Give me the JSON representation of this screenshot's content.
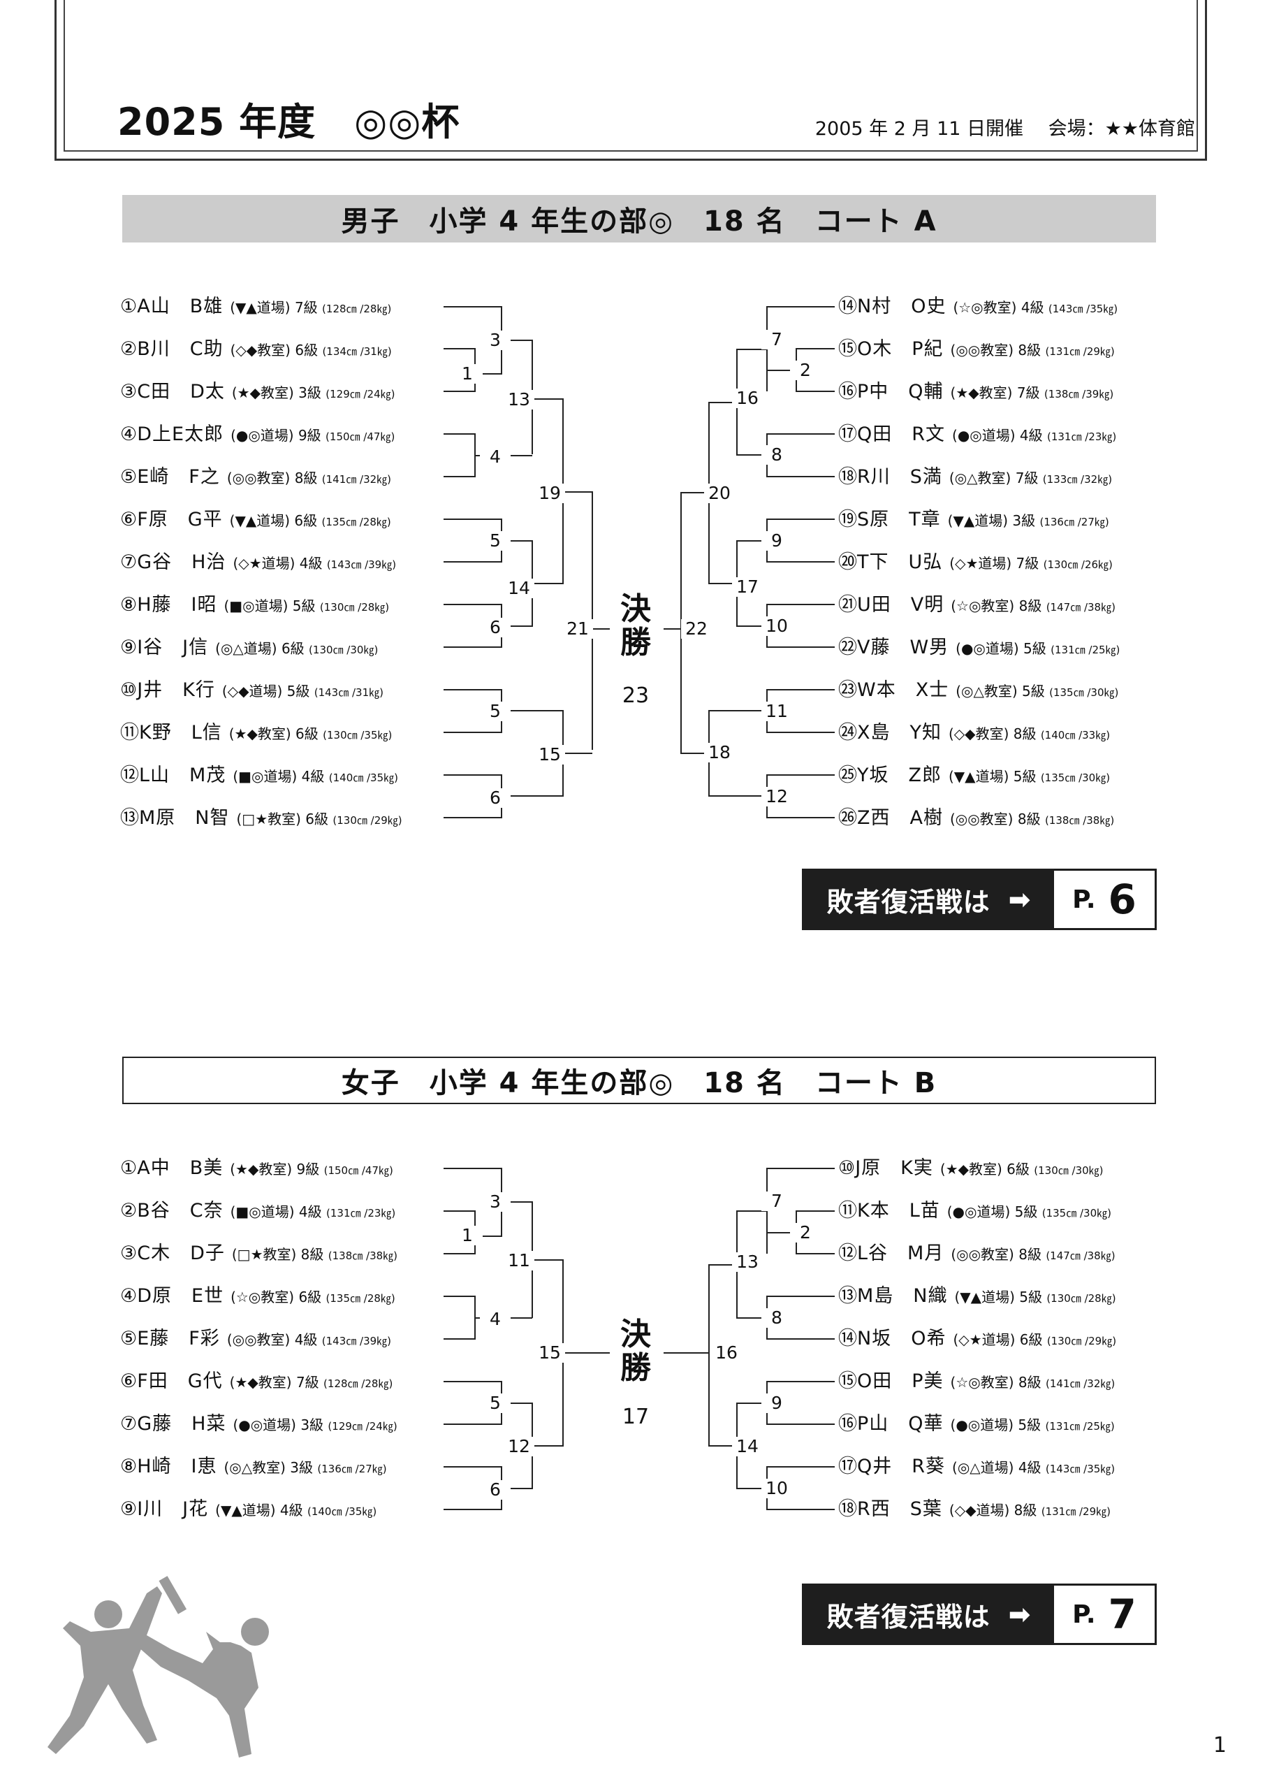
{
  "header": {
    "title": "2025 年度　◎◎杯",
    "date_venue": "2005 年 2 月 11 日開催　 会場：★★体育館"
  },
  "boys": {
    "banner": "男子　小学 4 年生の部◎　18 名　コート A",
    "left": [
      {
        "no": "①",
        "name": "A山　B雄",
        "affil": "(▼▲道場)",
        "grade": "7級",
        "stats": "(128㎝ /28㎏)"
      },
      {
        "no": "②",
        "name": "B川　C助",
        "affil": "(◇◆教室)",
        "grade": "6級",
        "stats": "(134㎝ /31㎏)"
      },
      {
        "no": "③",
        "name": "C田　D太",
        "affil": "(★◆教室)",
        "grade": "3級",
        "stats": "(129㎝ /24㎏)"
      },
      {
        "no": "④",
        "name": "D上E太郎",
        "affil": "(●◎道場)",
        "grade": "9級",
        "stats": "(150㎝ /47㎏)"
      },
      {
        "no": "⑤",
        "name": "E崎　F之",
        "affil": "(◎◎教室)",
        "grade": "8級",
        "stats": "(141㎝ /32㎏)"
      },
      {
        "no": "⑥",
        "name": "F原　G平",
        "affil": "(▼▲道場)",
        "grade": "6級",
        "stats": "(135㎝ /28㎏)"
      },
      {
        "no": "⑦",
        "name": "G谷　H治",
        "affil": "(◇★道場)",
        "grade": "4級",
        "stats": "(143㎝ /39㎏)"
      },
      {
        "no": "⑧",
        "name": "H藤　I昭",
        "affil": "(■◎道場)",
        "grade": "5級",
        "stats": "(130㎝ /28㎏)"
      },
      {
        "no": "⑨",
        "name": "I谷　J信",
        "affil": "(◎△道場)",
        "grade": "6級",
        "stats": "(130㎝ /30㎏)"
      },
      {
        "no": "⑩",
        "name": "J井　K行",
        "affil": "(◇◆道場)",
        "grade": "5級",
        "stats": "(143㎝ /31㎏)"
      },
      {
        "no": "⑪",
        "name": "K野　L信",
        "affil": "(★◆教室)",
        "grade": "6級",
        "stats": "(130㎝ /35㎏)"
      },
      {
        "no": "⑫",
        "name": "L山　M茂",
        "affil": "(■◎道場)",
        "grade": "4級",
        "stats": "(140㎝ /35㎏)"
      },
      {
        "no": "⑬",
        "name": "M原　N智",
        "affil": "(□★教室)",
        "grade": "6級",
        "stats": "(130㎝ /29㎏)"
      }
    ],
    "right": [
      {
        "no": "⑭",
        "name": "N村　O史",
        "affil": "(☆◎教室)",
        "grade": "4級",
        "stats": "(143㎝ /35㎏)"
      },
      {
        "no": "⑮",
        "name": "O木　P紀",
        "affil": "(◎◎教室)",
        "grade": "8級",
        "stats": "(131㎝ /29㎏)"
      },
      {
        "no": "⑯",
        "name": "P中　Q輔",
        "affil": "(★◆教室)",
        "grade": "7級",
        "stats": "(138㎝ /39㎏)"
      },
      {
        "no": "⑰",
        "name": "Q田　R文",
        "affil": "(●◎道場)",
        "grade": "4級",
        "stats": "(131㎝ /23㎏)"
      },
      {
        "no": "⑱",
        "name": "R川　S満",
        "affil": "(◎△教室)",
        "grade": "7級",
        "stats": "(133㎝ /32㎏)"
      },
      {
        "no": "⑲",
        "name": "S原　T章",
        "affil": "(▼▲道場)",
        "grade": "3級",
        "stats": "(136㎝ /27㎏)"
      },
      {
        "no": "⑳",
        "name": "T下　U弘",
        "affil": "(◇★道場)",
        "grade": "7級",
        "stats": "(130㎝ /26㎏)"
      },
      {
        "no": "㉑",
        "name": "U田　V明",
        "affil": "(☆◎教室)",
        "grade": "8級",
        "stats": "(147㎝ /38㎏)"
      },
      {
        "no": "㉒",
        "name": "V藤　W男",
        "affil": "(●◎道場)",
        "grade": "5級",
        "stats": "(131㎝ /25㎏)"
      },
      {
        "no": "㉓",
        "name": "W本　X士",
        "affil": "(◎△教室)",
        "grade": "5級",
        "stats": "(135㎝ /30㎏)"
      },
      {
        "no": "㉔",
        "name": "X島　Y知",
        "affil": "(◇◆教室)",
        "grade": "8級",
        "stats": "(140㎝ /33㎏)"
      },
      {
        "no": "㉕",
        "name": "Y坂　Z郎",
        "affil": "(▼▲道場)",
        "grade": "5級",
        "stats": "(135㎝ /30㎏)"
      },
      {
        "no": "㉖",
        "name": "Z西　A樹",
        "affil": "(◎◎教室)",
        "grade": "8級",
        "stats": "(138㎝ /38㎏)"
      }
    ],
    "match_numbers": [
      "1",
      "3",
      "4",
      "13",
      "5",
      "6",
      "14",
      "19",
      "5",
      "6",
      "15",
      "21",
      "2",
      "7",
      "8",
      "16",
      "9",
      "10",
      "17",
      "20",
      "11",
      "12",
      "18",
      "22"
    ],
    "final_label": "決勝",
    "final_number": "23",
    "repechage": {
      "label": "敗者復活戦は",
      "arrow": "➡",
      "p": "P.",
      "page": "6"
    }
  },
  "girls": {
    "banner": "女子　小学 4 年生の部◎　18 名　コート B",
    "left": [
      {
        "no": "①",
        "name": "A中　B美",
        "affil": "(★◆教室)",
        "grade": "9級",
        "stats": "(150㎝ /47㎏)"
      },
      {
        "no": "②",
        "name": "B谷　C奈",
        "affil": "(■◎道場)",
        "grade": "4級",
        "stats": "(131㎝ /23㎏)"
      },
      {
        "no": "③",
        "name": "C木　D子",
        "affil": "(□★教室)",
        "grade": "8級",
        "stats": "(138㎝ /38㎏)"
      },
      {
        "no": "④",
        "name": "D原　E世",
        "affil": "(☆◎教室)",
        "grade": "6級",
        "stats": "(135㎝ /28㎏)"
      },
      {
        "no": "⑤",
        "name": "E藤　F彩",
        "affil": "(◎◎教室)",
        "grade": "4級",
        "stats": "(143㎝ /39㎏)"
      },
      {
        "no": "⑥",
        "name": "F田　G代",
        "affil": "(★◆教室)",
        "grade": "7級",
        "stats": "(128㎝ /28㎏)"
      },
      {
        "no": "⑦",
        "name": "G藤　H菜",
        "affil": "(●◎道場)",
        "grade": "3級",
        "stats": "(129㎝ /24㎏)"
      },
      {
        "no": "⑧",
        "name": "H崎　I恵",
        "affil": "(◎△教室)",
        "grade": "3級",
        "stats": "(136㎝ /27㎏)"
      },
      {
        "no": "⑨",
        "name": "I川　J花",
        "affil": "(▼▲道場)",
        "grade": "4級",
        "stats": "(140㎝ /35㎏)"
      }
    ],
    "right": [
      {
        "no": "⑩",
        "name": "J原　K実",
        "affil": "(★◆教室)",
        "grade": "6級",
        "stats": "(130㎝ /30㎏)"
      },
      {
        "no": "⑪",
        "name": "K本　L苗",
        "affil": "(●◎道場)",
        "grade": "5級",
        "stats": "(135㎝ /30㎏)"
      },
      {
        "no": "⑫",
        "name": "L谷　M月",
        "affil": "(◎◎教室)",
        "grade": "8級",
        "stats": "(147㎝ /38㎏)"
      },
      {
        "no": "⑬",
        "name": "M島　N織",
        "affil": "(▼▲道場)",
        "grade": "5級",
        "stats": "(130㎝ /28㎏)"
      },
      {
        "no": "⑭",
        "name": "N坂　O希",
        "affil": "(◇★道場)",
        "grade": "6級",
        "stats": "(130㎝ /29㎏)"
      },
      {
        "no": "⑮",
        "name": "O田　P美",
        "affil": "(☆◎教室)",
        "grade": "8級",
        "stats": "(141㎝ /32㎏)"
      },
      {
        "no": "⑯",
        "name": "P山　Q華",
        "affil": "(●◎道場)",
        "grade": "5級",
        "stats": "(131㎝ /25㎏)"
      },
      {
        "no": "⑰",
        "name": "Q井　R葵",
        "affil": "(◎△道場)",
        "grade": "4級",
        "stats": "(143㎝ /35㎏)"
      },
      {
        "no": "⑱",
        "name": "R西　S葉",
        "affil": "(◇◆道場)",
        "grade": "8級",
        "stats": "(131㎝ /29㎏)"
      }
    ],
    "match_numbers": [
      "1",
      "3",
      "4",
      "11",
      "5",
      "6",
      "12",
      "15",
      "2",
      "7",
      "8",
      "13",
      "9",
      "10",
      "14",
      "16"
    ],
    "final_label": "決勝",
    "final_number": "17",
    "repechage": {
      "label": "敗者復活戦は",
      "arrow": "➡",
      "p": "P.",
      "page": "7"
    }
  },
  "page_number": "1",
  "icons": {
    "decoration": "karate-silhouette-icon"
  }
}
